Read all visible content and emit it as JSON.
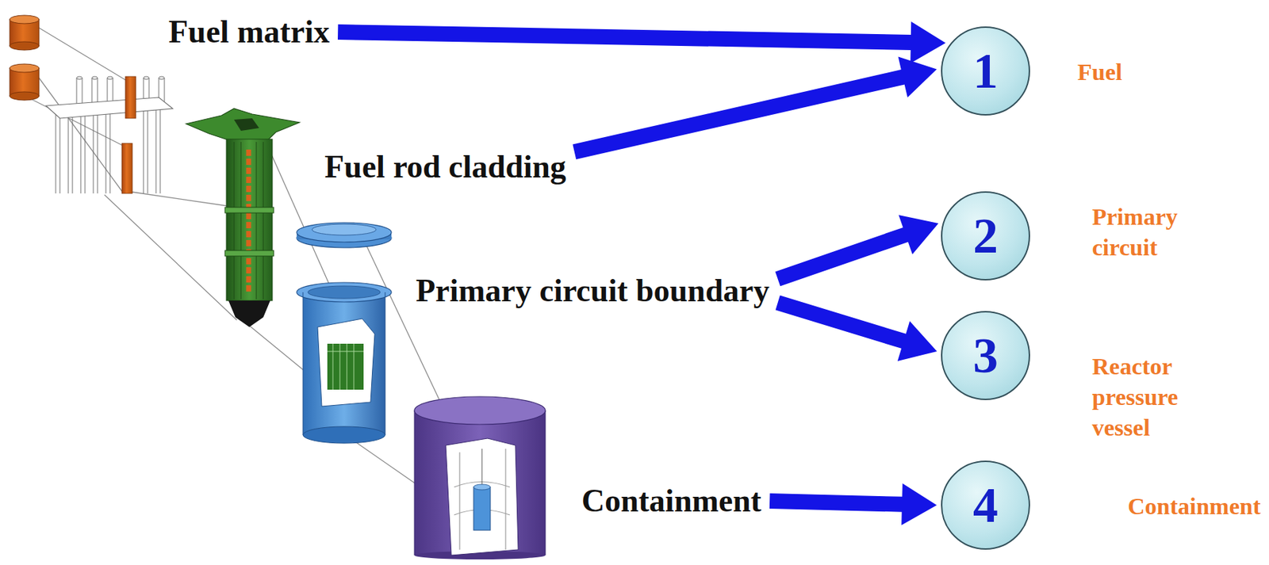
{
  "diagram": {
    "nodes": [
      {
        "text": [
          "Fuel matrix"
        ]
      },
      {
        "text": [
          "1",
          "Fuel"
        ]
      },
      {
        "text": [
          "Fuel rod cladding"
        ]
      },
      {
        "text": [
          "2",
          "Primary circuit"
        ]
      },
      {
        "text": [
          "Primary circuit boundary"
        ]
      },
      {
        "text": [
          "3",
          "Reactor pressure vessel"
        ]
      },
      {
        "text": [
          "Containment"
        ]
      },
      {
        "text": [
          "4",
          "Containment"
        ]
      }
    ],
    "edges": [
      {
        "from": 0,
        "to": 1,
        "arrow": "to"
      },
      {
        "from": 2,
        "to": 1,
        "arrow": "to"
      },
      {
        "from": 4,
        "to": 3,
        "arrow": "to"
      },
      {
        "from": 4,
        "to": 5,
        "arrow": "to"
      },
      {
        "from": 6,
        "to": 7,
        "arrow": "to"
      }
    ]
  }
}
